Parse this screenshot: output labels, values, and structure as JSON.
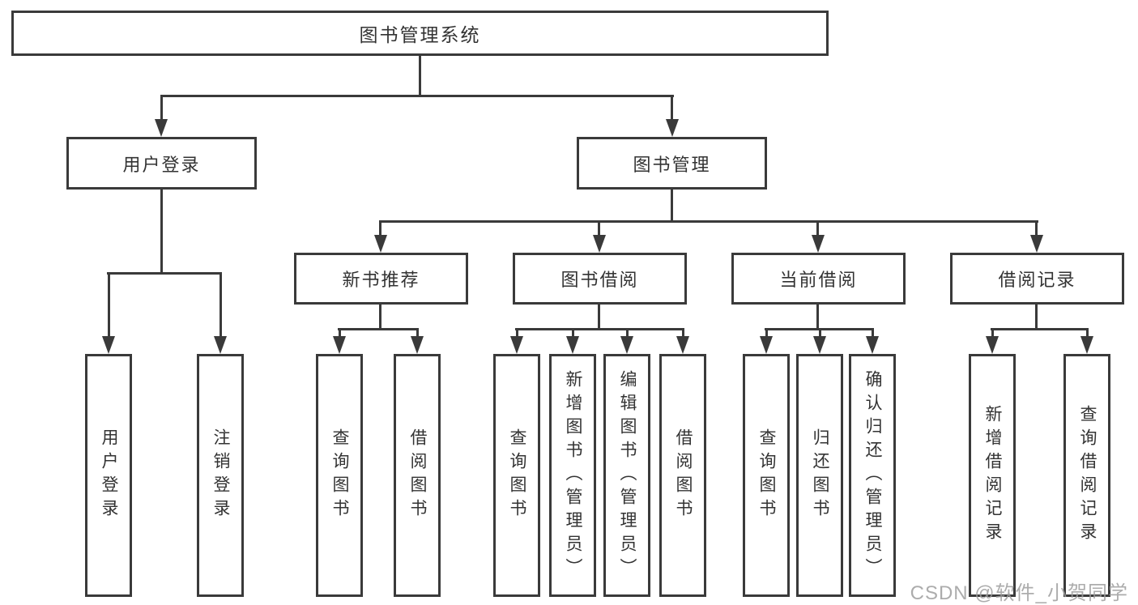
{
  "diagram": {
    "title": "图书管理系统",
    "nodes": {
      "root": "图书管理系统",
      "user_login": "用户登录",
      "book_mgmt": "图书管理",
      "new_book": "新书推荐",
      "borrow": "图书借阅",
      "current": "当前借阅",
      "records": "借阅记录"
    },
    "leaves": {
      "user_login": [
        "用户登录",
        "注销登录"
      ],
      "new_book": [
        "查询图书",
        "借阅图书"
      ],
      "borrow": [
        "查询图书",
        "新增图书（管理员）",
        "编辑图书（管理员）",
        "借阅图书"
      ],
      "current": [
        "查询图书",
        "归还图书",
        "确认归还（管理员）"
      ],
      "records": [
        "新增借阅记录",
        "查询借阅记录"
      ]
    },
    "watermark": "CSDN @软件_小贺同学",
    "colors": {
      "line": "#3a3a3a",
      "text": "#333333",
      "watermark": "#9e9e9e",
      "background": "#ffffff"
    }
  }
}
